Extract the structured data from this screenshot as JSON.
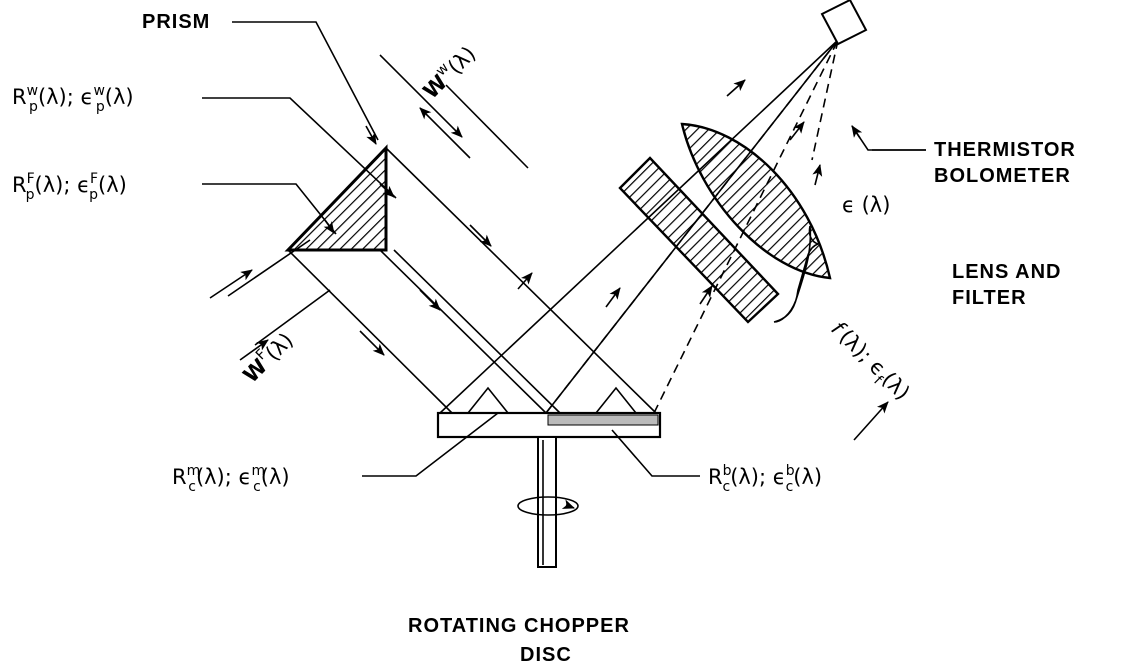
{
  "labels": {
    "prism": "PRISM",
    "thermistor_line1": "THERMISTOR",
    "thermistor_line2": "BOLOMETER",
    "lens_line1": "LENS AND",
    "lens_line2": "FILTER",
    "chopper_line1": "ROTATING CHOPPER",
    "chopper_line2": "DISC"
  },
  "symbols": {
    "prism_window": {
      "R": "R",
      "R_sup": "w",
      "R_sub": "p",
      "arg1": "(λ); ",
      "E": "ϵ",
      "E_sup": "w",
      "E_sub": "p",
      "arg2": "(λ)"
    },
    "prism_face": {
      "R": "R",
      "R_sup": "F",
      "R_sub": "p",
      "arg1": "(λ); ",
      "E": "ϵ",
      "E_sup": "F",
      "E_sub": "p",
      "arg2": "(λ)"
    },
    "chopper_mirror": {
      "R": "R",
      "R_sup": "m",
      "R_sub": "c",
      "arg1": "(λ); ",
      "E": "ϵ",
      "E_sup": "m",
      "E_sub": "c",
      "arg2": "(λ)"
    },
    "chopper_black": {
      "R": "R",
      "R_sup": "b",
      "R_sub": "c",
      "arg1": "(λ); ",
      "E": "ϵ",
      "E_sup": "b",
      "E_sub": "c",
      "arg2": "(λ)"
    },
    "width_window": {
      "W": "W",
      "sup": "w",
      "arg": "(λ)"
    },
    "width_face": {
      "W": "W",
      "sup": "F",
      "arg": "(λ)"
    },
    "detector_emissivity": "ϵ (λ)",
    "filter": {
      "f": "f",
      "arg1": "(λ); ",
      "E": "ϵ",
      "E_sub": "f",
      "arg2": "(λ)"
    }
  }
}
